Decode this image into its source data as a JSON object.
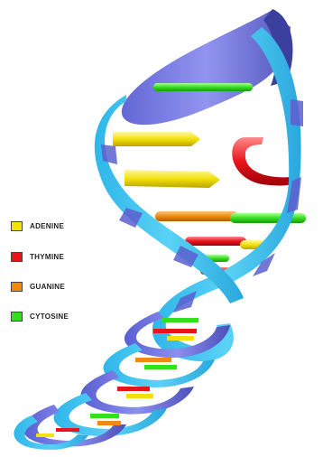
{
  "legend": {
    "items": [
      {
        "label": "ADENINE",
        "color": "#f2e10a"
      },
      {
        "label": "THYMINE",
        "color": "#e8141b"
      },
      {
        "label": "GUANINE",
        "color": "#f08a12"
      },
      {
        "label": "CYTOSINE",
        "color": "#33e01c"
      }
    ]
  },
  "colors": {
    "strand_cyan": "#38c6f0",
    "strand_violet": "#6e6ed8",
    "strand_dark": "#3b3f9e"
  }
}
